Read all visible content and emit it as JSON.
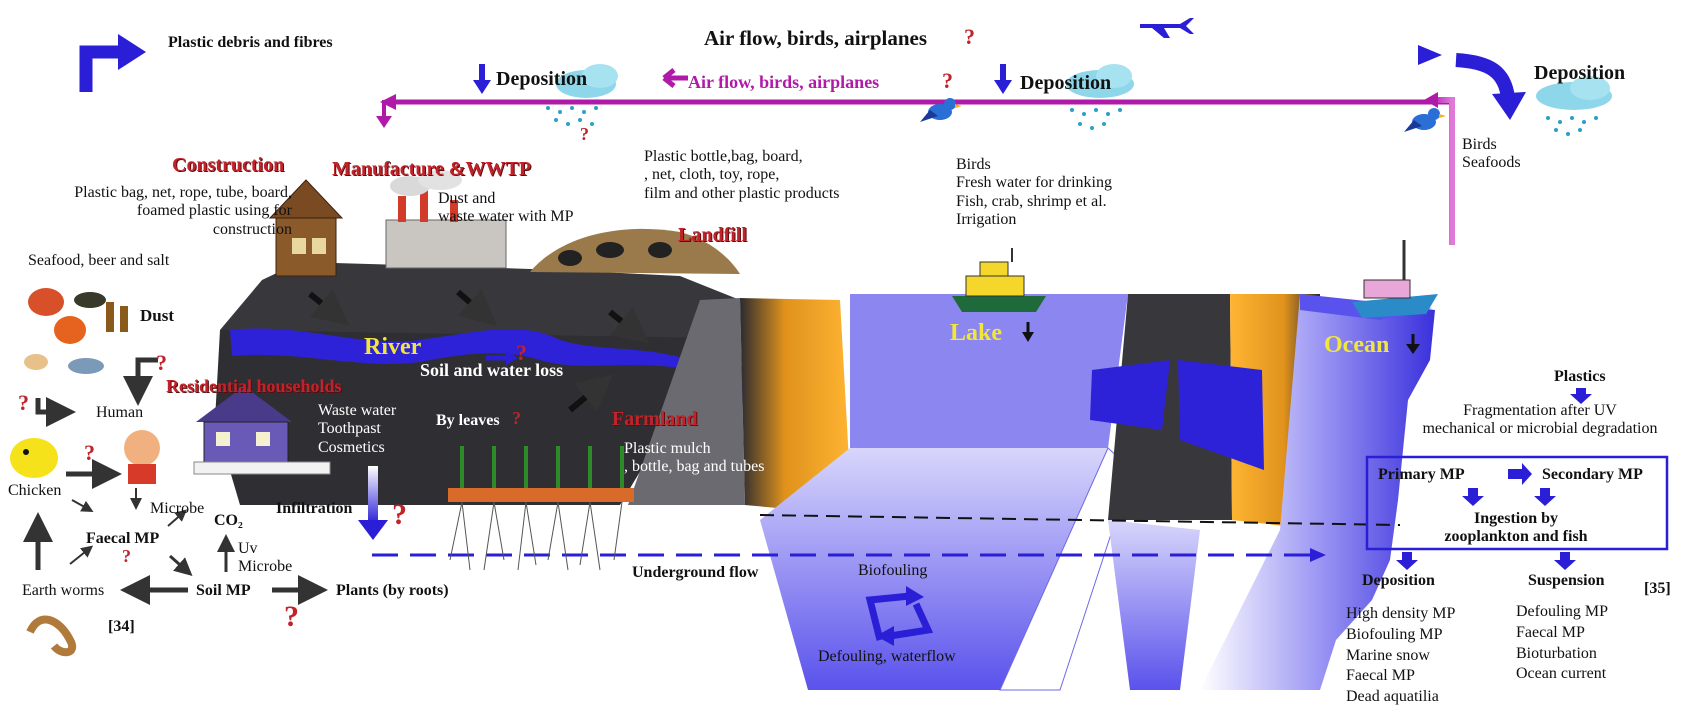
{
  "top": {
    "plastic_debris": "Plastic debris and fibres",
    "airflow_top": "Air flow, birds, airplanes",
    "airflow_mid": "Air flow, birds, airplanes",
    "deposition_1": "Deposition",
    "deposition_2": "Deposition",
    "deposition_3": "Deposition",
    "question": "?"
  },
  "left": {
    "construction": "Construction",
    "construction_desc": [
      "Plastic bag, net, rope, tube, board,",
      "foamed plastic using for",
      "construction"
    ],
    "manufacture": "Manufacture &WWTP",
    "dust_waste": [
      "Dust and",
      "waste water with MP"
    ],
    "plastic_products": [
      "Plastic bottle,bag, board,",
      ", net, cloth, toy, rope,",
      "film and other plastic products"
    ],
    "landfill": "Landfill",
    "seafood": "Seafood, beer and salt",
    "dust": "Dust",
    "human": "Human",
    "chicken": "Chicken",
    "microbe": "Microbe",
    "co2": "CO₂",
    "faecal_mp": "Faecal MP",
    "uv_microbe": [
      "Uv",
      "Microbe"
    ],
    "soil_mp": "Soil MP",
    "plants": "Plants (by roots)",
    "earthworms": "Earth worms",
    "ref34": "[34]"
  },
  "middle": {
    "river": "River",
    "soil_water_loss": "Soil and water loss",
    "residential": "Residential households",
    "waste_water": [
      "Waste water",
      "Toothpast",
      "Cosmetics"
    ],
    "by_leaves": "By leaves",
    "farmland": "Farmland",
    "mulch": [
      "Plastic mulch",
      ", bottle, bag and tubes"
    ],
    "infiltration": "Infiltration",
    "underground": "Underground flow",
    "biofouling": "Biofouling",
    "defouling": "Defouling, waterflow"
  },
  "lake": {
    "label": "Lake",
    "uses": [
      "Birds",
      "Fresh water for drinking",
      "Fish, crab, shrimp et al.",
      "Irrigation"
    ]
  },
  "ocean": {
    "label": "Ocean",
    "uses": [
      "Birds",
      "Seafoods"
    ],
    "plastics": "Plastics",
    "fragmentation": [
      "Fragmentation after UV",
      "mechanical or microbial degradation"
    ],
    "primary": "Primary MP",
    "secondary": "Secondary MP",
    "ingestion": [
      "Ingestion by",
      "zooplankton and fish"
    ],
    "deposition": "Deposition",
    "suspension": "Suspension",
    "ref35": "[35]",
    "deposition_items": [
      "High density MP",
      "Biofouling MP",
      "Marine snow",
      "Faecal MP",
      "Dead aquatilia"
    ],
    "suspension_items": [
      "Defouling MP",
      "Faecal MP",
      "Bioturbation",
      "Ocean current"
    ]
  },
  "colors": {
    "blue_arrow": "#2a1fd6",
    "magenta_arrow": "#b01aa8",
    "land": "#3a3a3e",
    "river": "#2e22d8",
    "water_light": "#8c86f0",
    "label_red": "#c0232a",
    "label_yellow": "#f1e63a"
  }
}
